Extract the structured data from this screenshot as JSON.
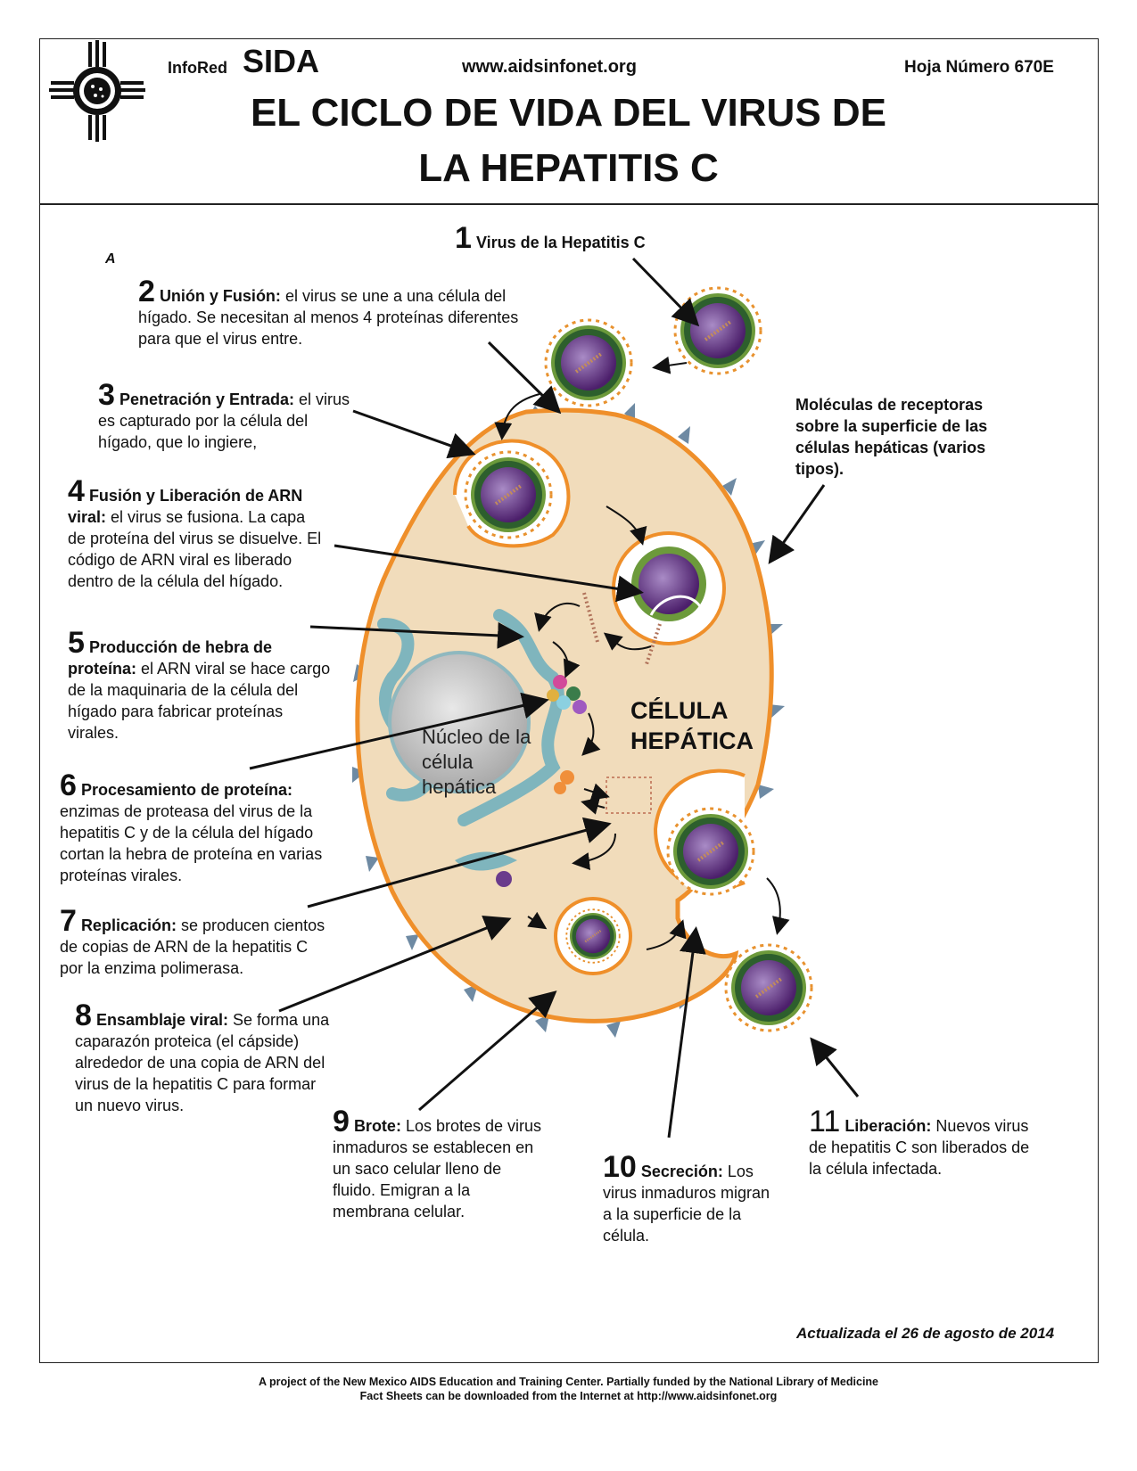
{
  "header": {
    "brand_prefix": "InfoRed",
    "brand_main": "SIDA",
    "website": "www.aidsinfonet.org",
    "sheet_number": "Hoja Número 670E",
    "title_line1": "EL CICLO DE VIDA DEL VIRUS DE",
    "title_line2": "LA HEPATITIS C"
  },
  "corner_letter": "A",
  "steps": [
    {
      "num": "1",
      "heading": "Virus de la Hepatitis C",
      "text": ""
    },
    {
      "num": "2",
      "heading": "Unión y Fusión:",
      "text": "el virus se une a una célula del hígado. Se necesitan al menos 4 proteínas diferentes para que el virus entre."
    },
    {
      "num": "3",
      "heading": "Penetración y Entrada:",
      "text": "el virus es capturado por la célula del hígado, que lo ingiere,"
    },
    {
      "num": "4",
      "heading": "Fusión y Liberación de ARN viral:",
      "text": "el virus se fusiona. La capa de proteína del virus se disuelve. El código de ARN viral es liberado dentro de la célula del hígado."
    },
    {
      "num": "5",
      "heading": "Producción de hebra de proteína:",
      "text": "el ARN viral se hace cargo de la maquinaria de la célula del hígado para fabricar proteínas virales."
    },
    {
      "num": "6",
      "heading": "Procesamiento de proteína:",
      "text": "enzimas de proteasa del virus de la hepatitis C y de la célula del hígado cortan la hebra de proteína en varias proteínas virales."
    },
    {
      "num": "7",
      "heading": "Replicación:",
      "text": "se producen cientos de copias de ARN de la hepatitis C por la enzima polimerasa."
    },
    {
      "num": "8",
      "heading": "Ensamblaje viral:",
      "text": "Se forma una caparazón proteica (el cápside) alrededor de una copia de ARN del virus de la hepatitis C para formar un nuevo virus."
    },
    {
      "num": "9",
      "heading": "Brote:",
      "text": "Los brotes de virus inmaduros se establecen en un saco celular lleno de fluido. Emigran a la membrana celular."
    },
    {
      "num": "10",
      "heading": "Secreción:",
      "text": "Los virus inmaduros migran a la superficie de la célula."
    },
    {
      "num": "11",
      "heading": "Liberación:",
      "text": "Nuevos virus de hepatitis C son liberados de la célula infectada."
    }
  ],
  "receptor_label": "Moléculas de receptoras sobre la superficie de las células hepáticas (varios tipos).",
  "diagram": {
    "cell_label_line1": "CÉLULA",
    "cell_label_line2": "HEPÁTICA",
    "nucleus_line1": "Núcleo de la",
    "nucleus_line2": "célula",
    "nucleus_line3": "hepática",
    "colors": {
      "cell_fill": "#f1dcbb",
      "membrane": "#ef8f2a",
      "spike": "#6e8aa3",
      "virus_core": "#5c2f7a",
      "virus_shell": "#2f6b2f",
      "nucleus": "#c9c9c9",
      "er": "#7fb5bd"
    }
  },
  "updated": "Actualizada el 26 de agosto de 2014",
  "footer": {
    "line1": "A project of the New Mexico AIDS Education and Training Center.  Partially funded by the National Library of Medicine",
    "line2": "Fact Sheets can be downloaded from the Internet at http://www.aidsinfonet.org"
  }
}
